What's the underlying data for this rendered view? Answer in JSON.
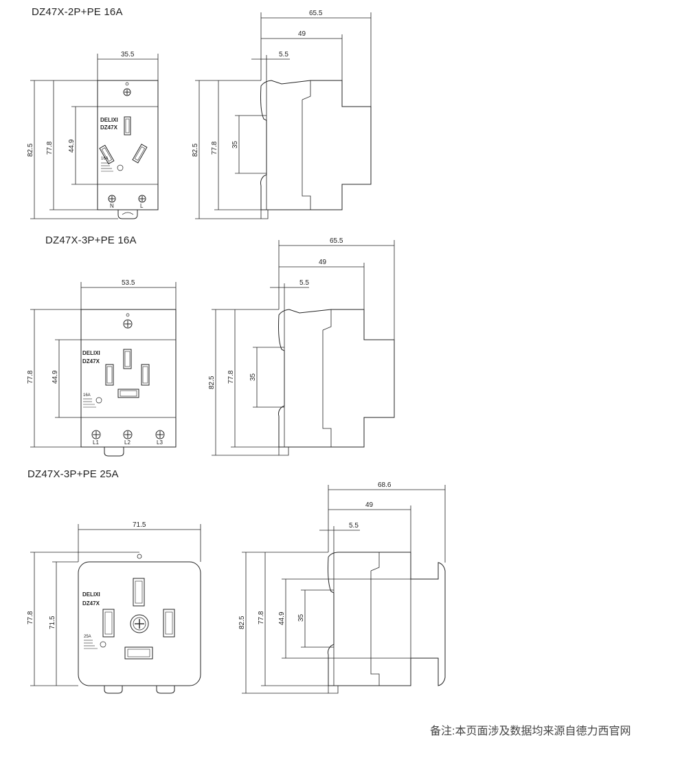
{
  "titles": {
    "t1": "DZ47X-2P+PE   16A",
    "t2": "DZ47X-3P+PE   16A",
    "t3": "DZ47X-3P+PE   25A"
  },
  "note": "备注:本页面涉及数据均来源自德力西官网",
  "brand_mark": "DELIXI",
  "model_mark": "DZ47X",
  "ratings": {
    "r16": "16A",
    "r25": "25A"
  },
  "fig1": {
    "front": {
      "width": "35.5",
      "height_total": "82.5",
      "height_body": "77.8",
      "height_window": "44.9"
    },
    "side": {
      "depth_total": "65.5",
      "depth_mid": "49",
      "depth_front": "5.5",
      "height_total": "82.5",
      "height_body": "77.8",
      "rail": "35"
    },
    "terminals": [
      "N",
      "L"
    ]
  },
  "fig2": {
    "front": {
      "width": "53.5",
      "height_total": "77.8",
      "height_window": "44.9"
    },
    "side": {
      "depth_total": "65.5",
      "depth_mid": "49",
      "depth_front": "5.5",
      "height_total": "82.5",
      "height_body": "77.8",
      "rail": "35"
    },
    "terminals": [
      "L1",
      "L2",
      "L3"
    ]
  },
  "fig3": {
    "front": {
      "width": "71.5",
      "height_total": "77.8",
      "height_body": "71.5"
    },
    "side": {
      "depth_total": "68.6",
      "depth_mid": "49",
      "depth_front": "5.5",
      "height_total": "82.5",
      "height_body": "77.8",
      "height_window": "44.9",
      "rail": "35"
    }
  }
}
